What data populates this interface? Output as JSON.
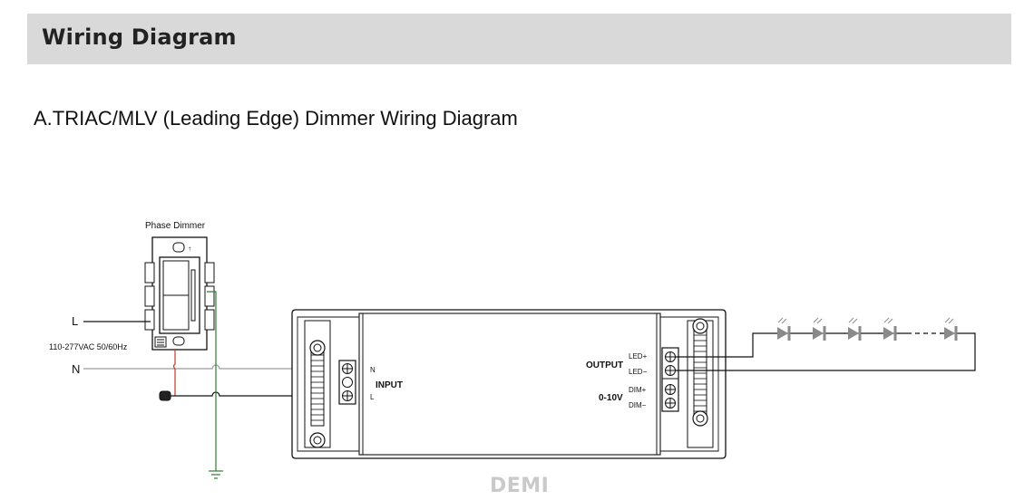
{
  "header": {
    "title": "Wiring Diagram"
  },
  "section": {
    "title": "A.TRIAC/MLV (Leading Edge) Dimmer Wiring Diagram"
  },
  "diagram": {
    "dimmer_label": "Phase Dimmer",
    "line_L": "L",
    "line_N": "N",
    "supply_voltage": "110-277VAC 50/60Hz",
    "input_label": "INPUT",
    "input_N": "N",
    "input_L": "L",
    "output_label": "OUTPUT",
    "led_plus": "LED+",
    "led_minus": "LED−",
    "dim_label": "0-10V",
    "dim_plus": "DIM+",
    "dim_minus": "DIM−"
  },
  "watermark": "DEMI",
  "colors": {
    "header_bg": "#d9d9d9",
    "wire_black": "#111111",
    "wire_gray": "#9a9a9a",
    "wire_red": "#c0392b",
    "wire_green": "#2e7d32",
    "led_gray": "#8a8a8a"
  }
}
